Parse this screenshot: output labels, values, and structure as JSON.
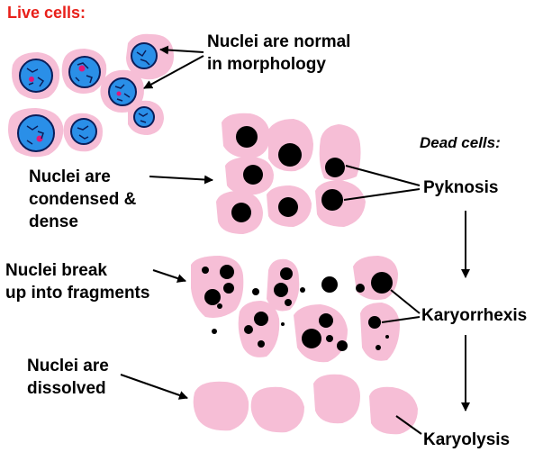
{
  "labels": {
    "live_title": "Live cells:",
    "dead_title": "Dead cells:",
    "normal_line1": "Nuclei are normal",
    "normal_line2": "in morphology",
    "condensed_line1": "Nuclei are",
    "condensed_line2": "condensed &",
    "condensed_line3": "dense",
    "fragments_line1": "Nuclei break",
    "fragments_line2": "up into fragments",
    "dissolved_line1": "Nuclei are",
    "dissolved_line2": "dissolved",
    "pyknosis": "Pyknosis",
    "karyorrhexis": "Karyorrhexis",
    "karyolysis": "Karyolysis"
  },
  "colors": {
    "cell_pink": "#f6bed6",
    "nucleus_blue": "#2a8fe8",
    "nucleolus_magenta": "#e0187a",
    "dense_nucleus": "#000000",
    "title_red": "#e8201a"
  }
}
